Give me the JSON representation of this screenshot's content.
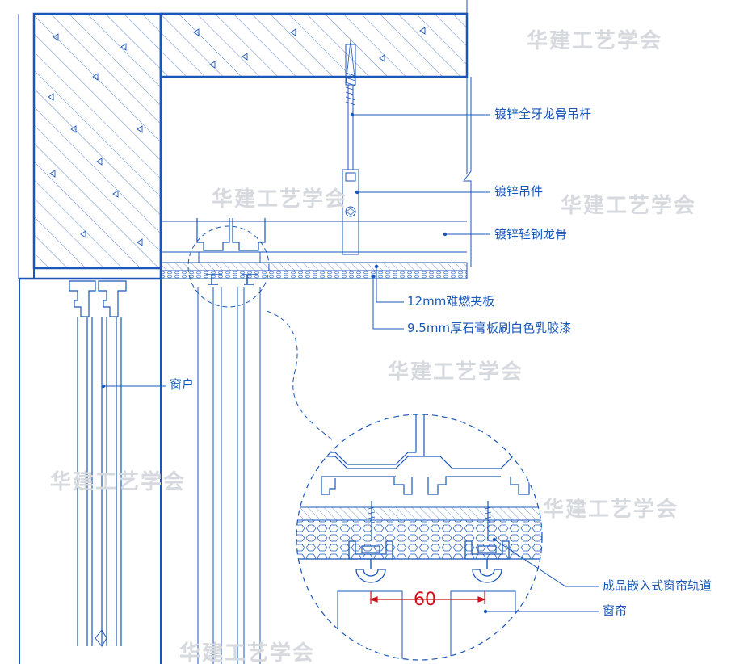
{
  "labels": {
    "hanger_rod": "镀锌全牙龙骨吊杆",
    "hanger": "镀锌吊件",
    "light_keel": "镀锌轻钢龙骨",
    "fire_board": "12mm难燃夹板",
    "gypsum_board": "9.5mm厚石膏板刷白色乳胶漆",
    "window": "窗户",
    "curtain_track": "成品嵌入式窗帘轨道",
    "curtain": "窗帘"
  },
  "dimension": "60",
  "watermark": "华建工艺学会",
  "colors": {
    "line": "#1a57b8",
    "dimension": "#d0101a",
    "watermark": "#d6d9de"
  }
}
